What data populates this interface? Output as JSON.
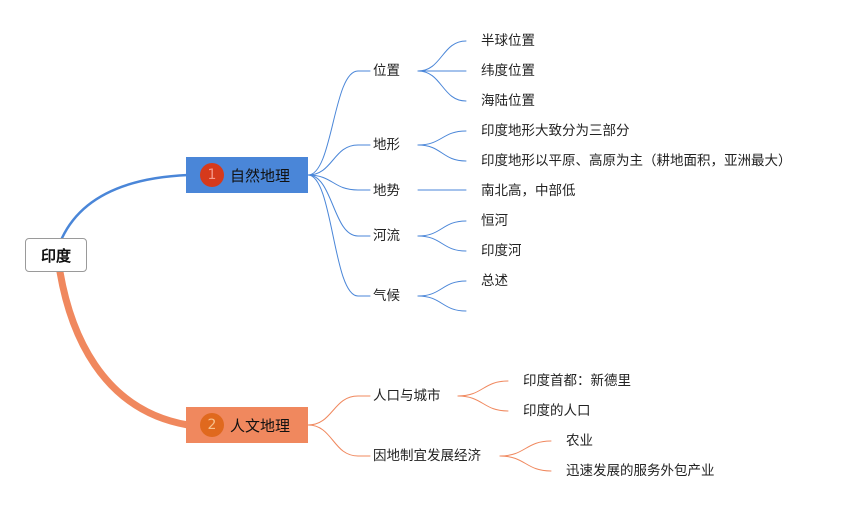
{
  "root": {
    "label": "印度"
  },
  "branches": [
    {
      "num": "1",
      "label": "自然地理",
      "color": "#4a86d8",
      "children": [
        {
          "label": "位置",
          "children": [
            "半球位置",
            "纬度位置",
            "海陆位置"
          ]
        },
        {
          "label": "地形",
          "children": [
            "印度地形大致分为三部分",
            "印度地形以平原、高原为主（耕地面积，亚洲最大）"
          ]
        },
        {
          "label": "地势",
          "children": [
            "南北高，中部低"
          ]
        },
        {
          "label": "河流",
          "children": [
            "恒河",
            "印度河"
          ]
        },
        {
          "label": "气候",
          "children": [
            "总述",
            ""
          ]
        }
      ]
    },
    {
      "num": "2",
      "label": "人文地理",
      "color": "#f0885e",
      "children": [
        {
          "label": "人口与城市",
          "children": [
            "印度首都：新德里",
            "印度的人口"
          ]
        },
        {
          "label": "因地制宜发展经济",
          "children": [
            "农业",
            "迅速发展的服务外包产业"
          ]
        }
      ]
    }
  ]
}
